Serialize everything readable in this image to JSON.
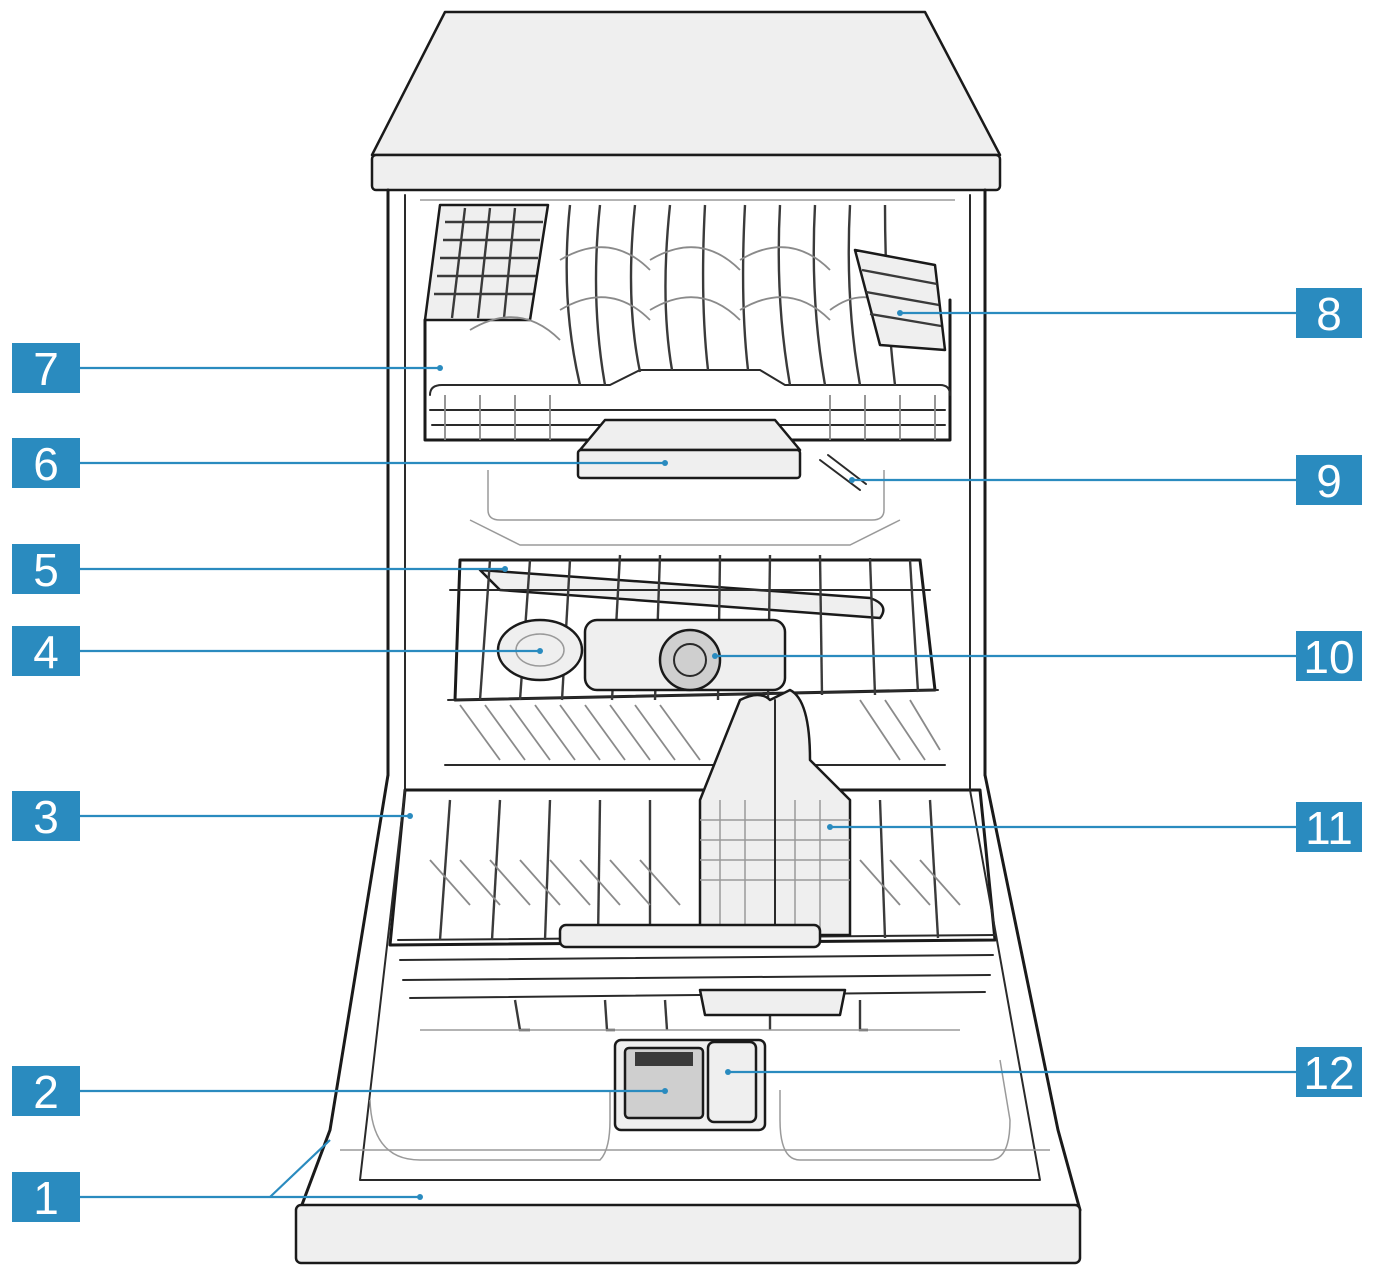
{
  "colors": {
    "accent": "#2a8bbf",
    "leader": "#2a8bbf",
    "badge_text": "#ffffff",
    "line_art": "#1a1a1a"
  },
  "callouts": [
    {
      "number": "1"
    },
    {
      "number": "2"
    },
    {
      "number": "3"
    },
    {
      "number": "4"
    },
    {
      "number": "5"
    },
    {
      "number": "6"
    },
    {
      "number": "7"
    },
    {
      "number": "8"
    },
    {
      "number": "9"
    },
    {
      "number": "10"
    },
    {
      "number": "11"
    },
    {
      "number": "12"
    }
  ]
}
